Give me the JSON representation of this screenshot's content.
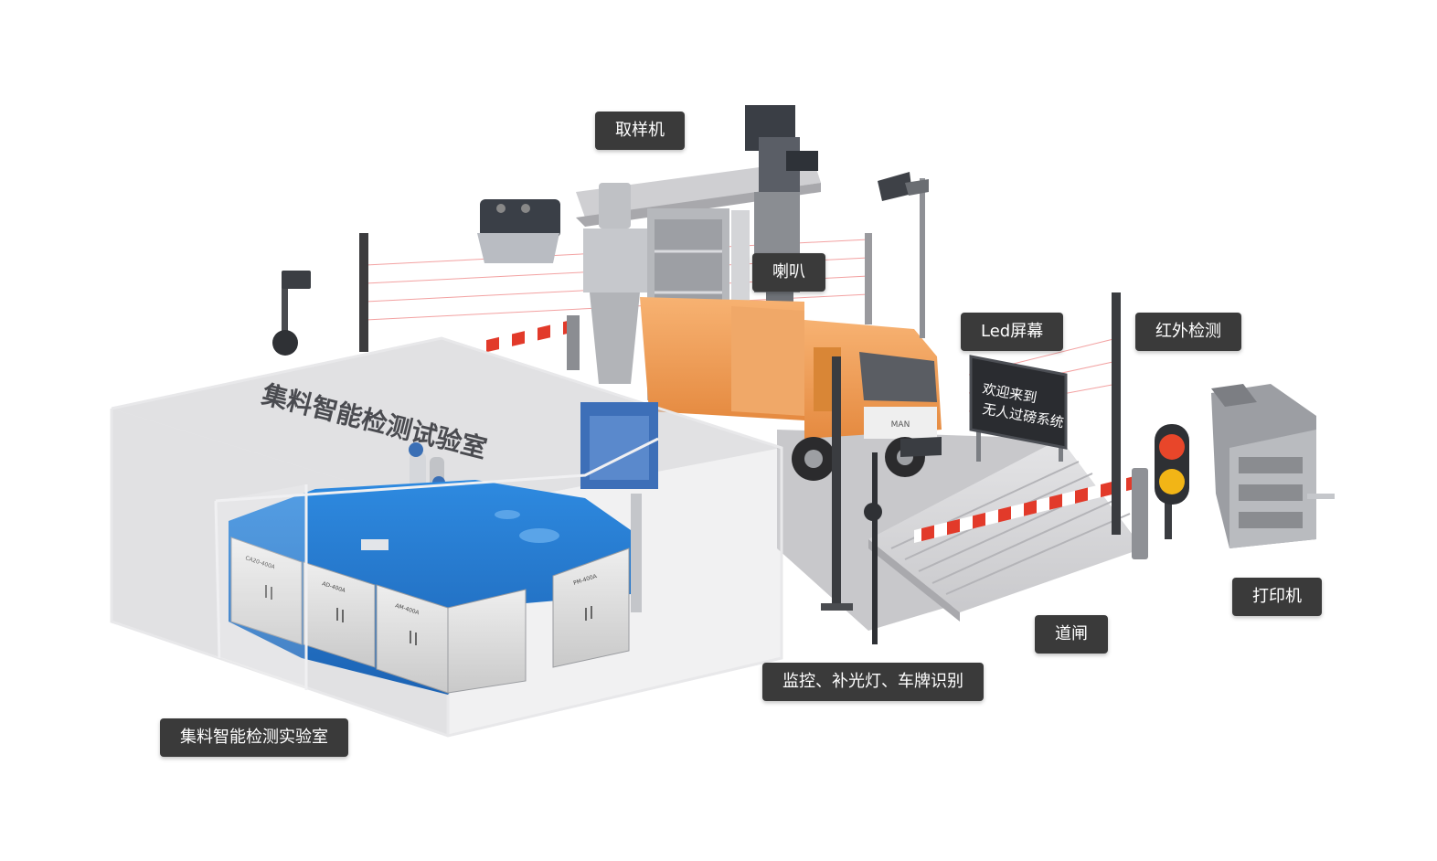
{
  "labels": {
    "sampler": "取样机",
    "speaker": "喇叭",
    "led_screen": "Led屏幕",
    "infrared": "红外检测",
    "printer": "打印机",
    "barrier": "道闸",
    "monitor": "监控、补光灯、车牌识别",
    "lab": "集料智能检测实验室"
  },
  "signs": {
    "lab_wall_title": "集料智能检测试验室",
    "led_line1": "欢迎来到",
    "led_line2": "无人过磅系统",
    "truck_brand": "MAN"
  },
  "devices": {
    "cabinet1": "CA20-400A",
    "cabinet2": "AD-400A",
    "cabinet3": "AM-400A",
    "cabinet4": "PM-400A"
  },
  "colors": {
    "label_bg": "#3a3a3a",
    "label_text": "#ffffff",
    "lab_blue": "#2b7fd0",
    "truck_orange": "#f2a05a",
    "barrier_red": "#e23a2a",
    "light_red": "#e8462a",
    "light_yellow": "#f2b516"
  }
}
